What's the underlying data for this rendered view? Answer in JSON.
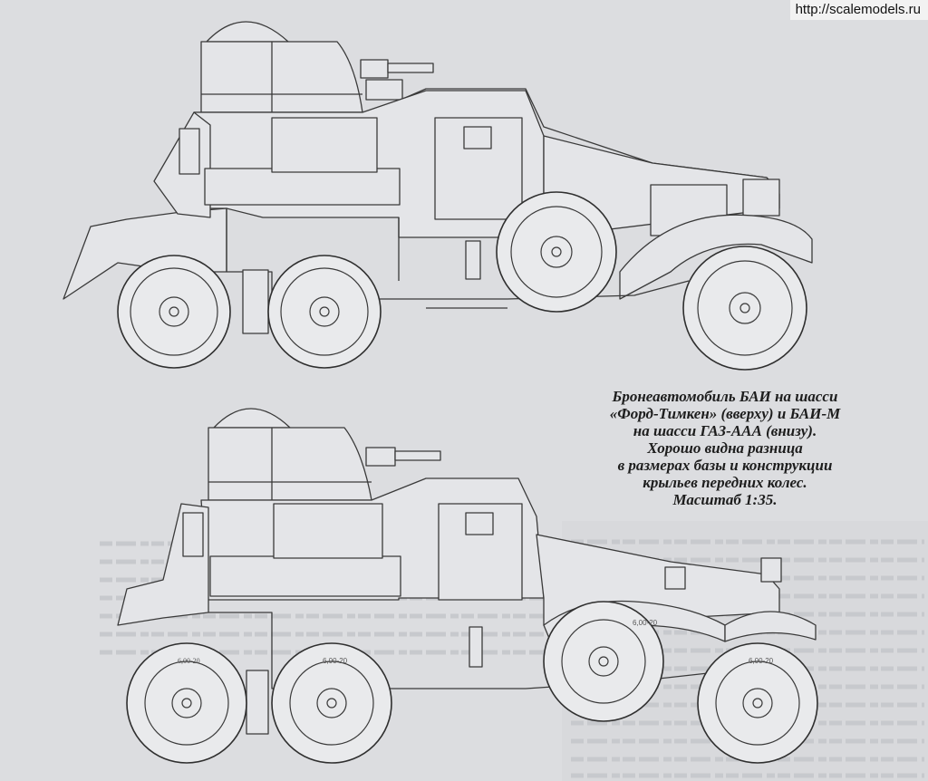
{
  "watermark": "http://scalemodels.ru",
  "caption": {
    "lines": [
      "Бронеавтомобиль БАИ на шасси",
      "«Форд-Тимкен» (вверху) и БАИ-М",
      "на шасси ГАЗ-ААА (внизу).",
      "Хорошо видна разница",
      "в размерах базы и конструкции",
      "крыльев передних колес.",
      "Масштаб 1:35."
    ]
  },
  "tire_marking": "6,00-20",
  "colors": {
    "paper": "#dcdde0",
    "line": "#3a3a3a",
    "caption": "#1d1d1d"
  }
}
